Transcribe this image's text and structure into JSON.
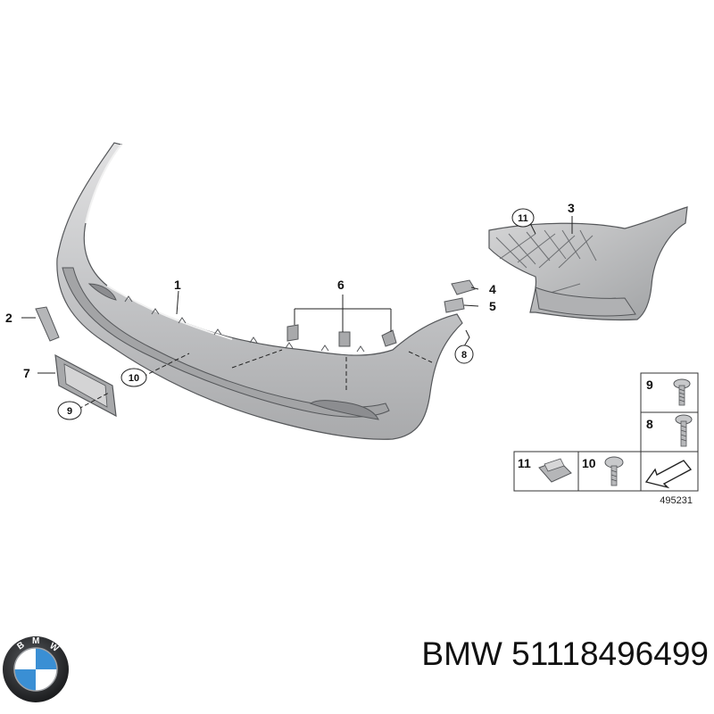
{
  "callouts": {
    "c1": "1",
    "c2": "2",
    "c3": "3",
    "c4": "4",
    "c5": "5",
    "c6": "6",
    "c7": "7",
    "c8": "8",
    "c9": "9",
    "c10": "10",
    "c11": "11"
  },
  "legend": {
    "items": [
      {
        "number": "9",
        "part": "screw-icon"
      },
      {
        "number": "8",
        "part": "screw-icon"
      },
      {
        "number": "11",
        "part": "clip-nut-icon"
      },
      {
        "number": "10",
        "part": "bolt-icon"
      }
    ],
    "reference_number": "495231"
  },
  "caption": {
    "brand": "BMW",
    "part_number": "51118496499"
  },
  "colors": {
    "part_fill": "#c9c9ca",
    "part_shade": "#a3a4a6",
    "outline": "#55575a",
    "logo_blue": "#3a8fd4"
  }
}
